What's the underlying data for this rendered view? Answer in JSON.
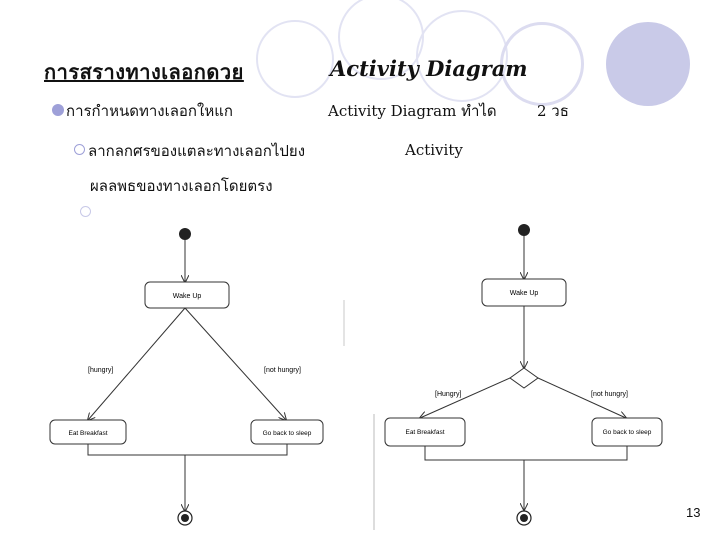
{
  "slide": {
    "title_left": "การสรางทางเลอกดวย",
    "title_right": "Activity Diagram",
    "bullet1": {
      "text": "การกำหนดทางเลอกใหแก",
      "mid": "Activity Diagram ทำได",
      "right": "2 วธ"
    },
    "bullet2": {
      "text": "ลากลกศรของแตละทางเลอกไปยง",
      "mid": "Activity",
      "line2": "ผลลพธของทางเลอกโดยตรง"
    },
    "page_number": "13"
  },
  "diagram_left": {
    "wake_up": "Wake Up",
    "guard_hungry": "[hungry]",
    "guard_not_hungry": "[not hungry]",
    "eat_breakfast": "Eat Breakfast",
    "go_back": "Go back to sleep"
  },
  "diagram_right": {
    "wake_up": "Wake Up",
    "guard_hungry": "[Hungry]",
    "guard_not_hungry": "[not hungry]",
    "eat_breakfast": "Eat Breakfast",
    "go_back": "Go back to sleep"
  },
  "colors": {
    "accent": "#9ea0d8",
    "circle_light": "#e2e3f3",
    "circle_fill": "#c9cae8"
  }
}
